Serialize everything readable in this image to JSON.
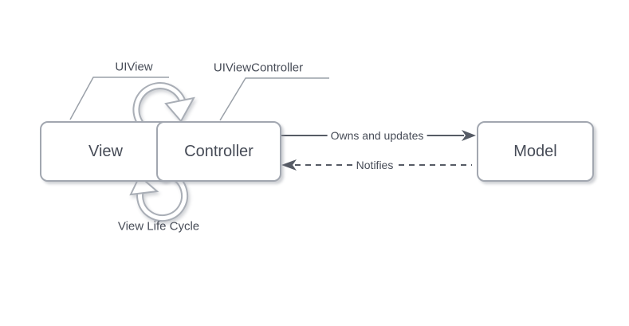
{
  "boxes": {
    "view": {
      "label": "View"
    },
    "controller": {
      "label": "Controller"
    },
    "model": {
      "label": "Model"
    }
  },
  "callouts": {
    "uiview": {
      "label": "UIView"
    },
    "uiviewcontroller": {
      "label": "UIViewController"
    }
  },
  "arrows": {
    "owns": {
      "label": "Owns and updates",
      "style": "solid",
      "direction": "controller-to-model"
    },
    "notifies": {
      "label": "Notifies",
      "style": "dashed",
      "direction": "model-to-controller"
    }
  },
  "cycle": {
    "label": "View Life Cycle"
  },
  "colors": {
    "background": "#ffffff",
    "box_border": "#a2a7b0",
    "text": "#474c57",
    "arrow_line": "#565b65",
    "callout_line": "#9aa0a8",
    "loop_arrow": "#a9aeb6"
  }
}
